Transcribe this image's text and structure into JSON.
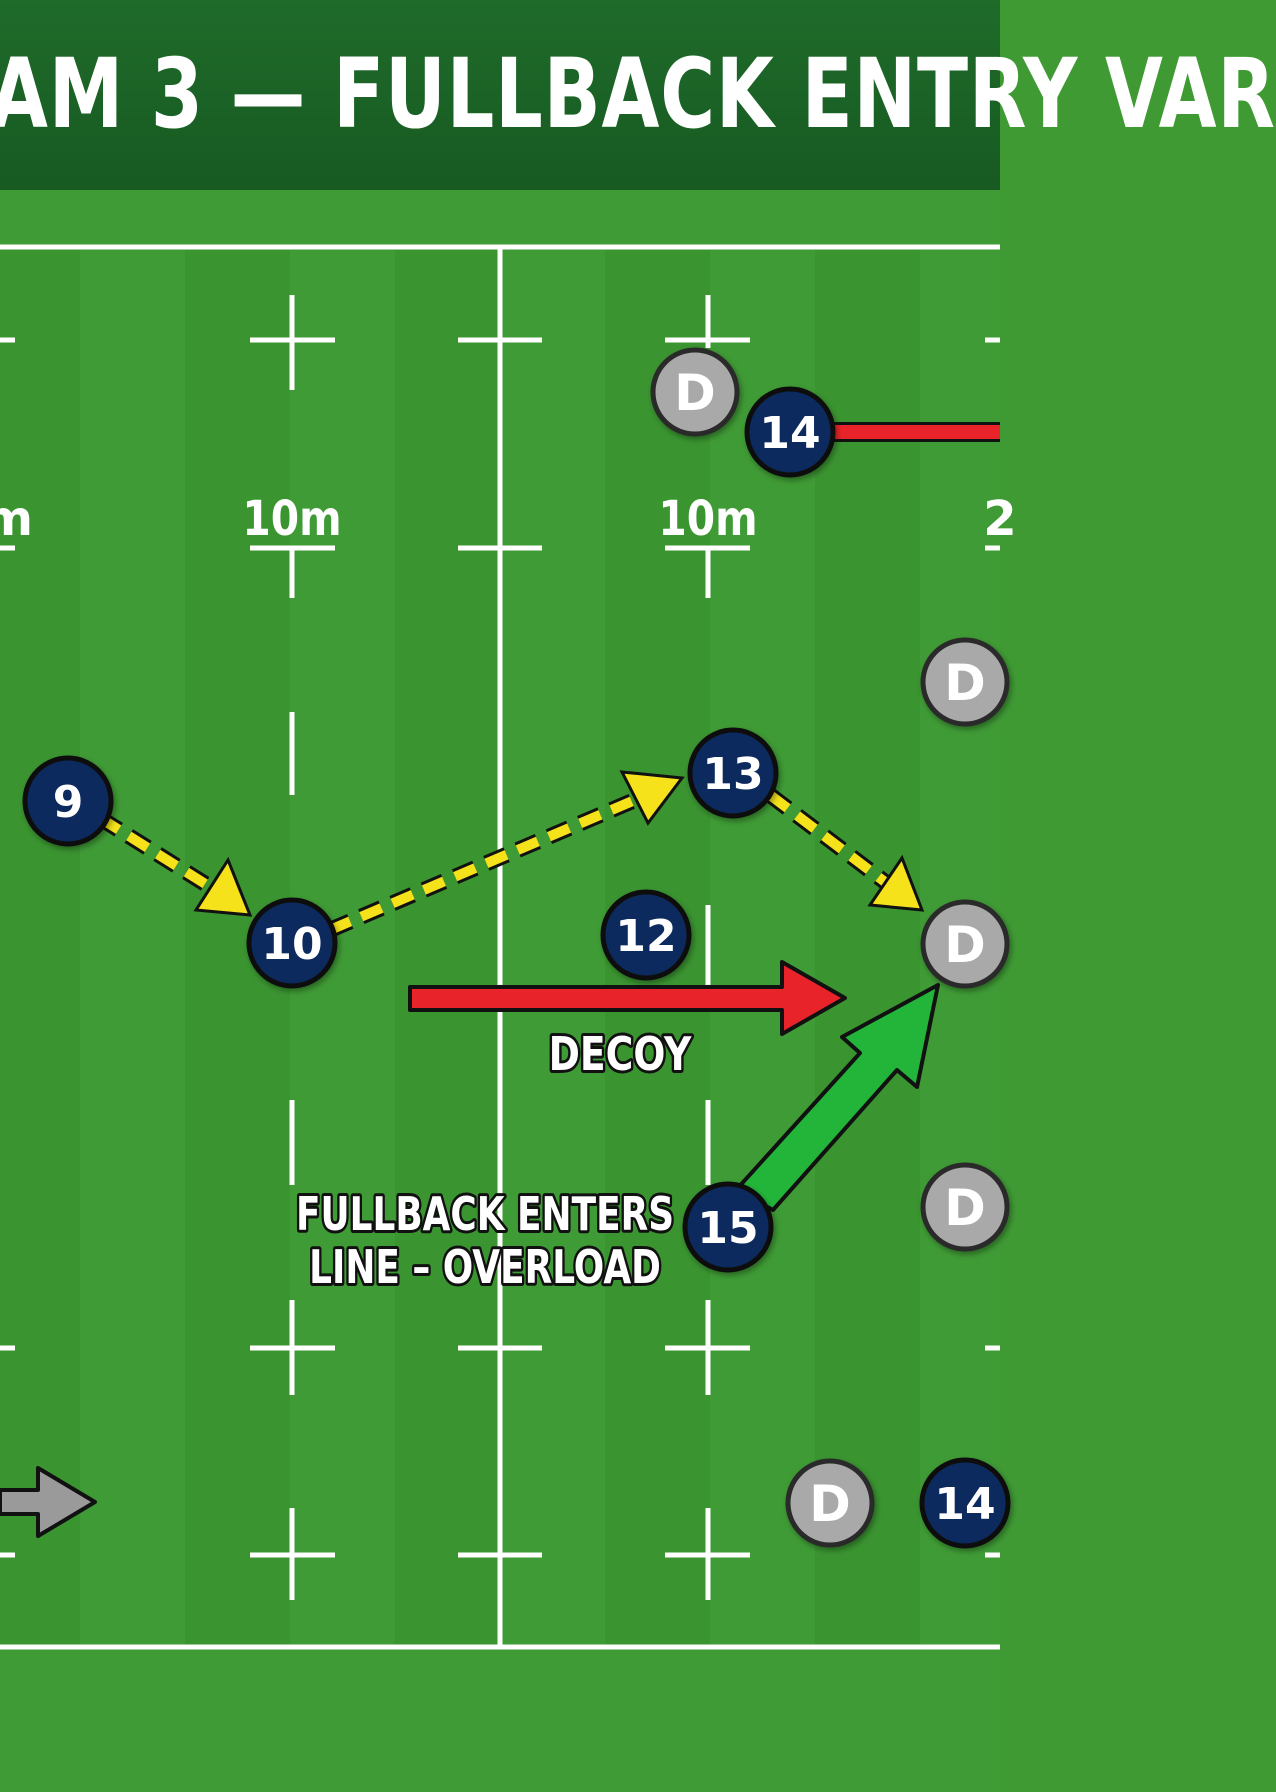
{
  "header": {
    "title": "AM 3 — FULLBACK ENTRY VAR"
  },
  "pitch": {
    "distance_labels": [
      "m",
      "10m",
      "10m",
      "2"
    ],
    "colors": {
      "grass_light": "#45a53a",
      "grass_dark": "#3b9431",
      "line": "#ffffff",
      "team": "#0f2a5e",
      "defender": "#a9a9a9"
    }
  },
  "players": {
    "p9": "9",
    "p10": "10",
    "p12": "12",
    "p13": "13",
    "p14_top": "14",
    "p14_bottom": "14",
    "p15": "15"
  },
  "defenders": {
    "label": "D"
  },
  "annotations": {
    "decoy": "DECOY",
    "fullback_line1": "FULLBACK ENTERS",
    "fullback_line2": "LINE – OVERLOAD"
  },
  "arrows": {
    "pass": "#f5e21b",
    "decoy_run": "#e8242a",
    "fullback_run": "#23b53a",
    "support": "#9a9a9a"
  }
}
